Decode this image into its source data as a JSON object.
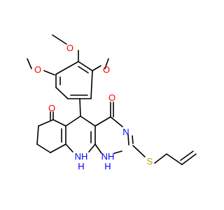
{
  "molecule": {
    "atoms": {
      "o_methoxy_top": "O",
      "o_methoxy_left": "O",
      "o_methoxy_right": "O",
      "o_ketone": "O",
      "o_amide": "O",
      "n_ring_right": "N",
      "nh_bottom_left": "NH",
      "nh_bottom_right": "NH",
      "h_bottom_left": "H",
      "h_bottom_right": "H",
      "s_thioether": "S"
    },
    "colors": {
      "bond": "#000000",
      "oxygen": "#ff0000",
      "nitrogen": "#0000ff",
      "sulfur": "#b8a000"
    }
  }
}
